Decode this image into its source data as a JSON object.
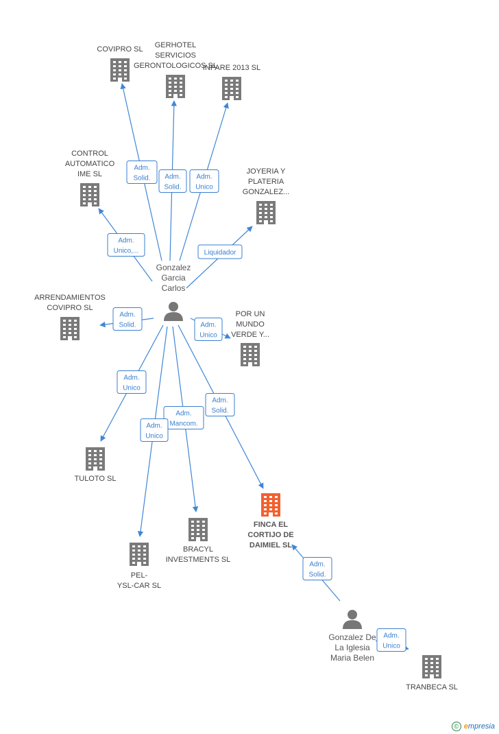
{
  "colors": {
    "edge": "#3f86d6",
    "edge_text": "#3a7fcf",
    "company_icon": "#7a7a7a",
    "focus_icon": "#f2602f",
    "person_icon": "#777777",
    "brand_green": "#2d8a4a",
    "brand_orange": "#f29a1b",
    "brand_blue": "#1f6fbf"
  },
  "nodes": [
    {
      "id": "covipro",
      "type": "company",
      "icon": "building-icon",
      "label": [
        "COVIPRO SL"
      ]
    },
    {
      "id": "gerhotel",
      "type": "company",
      "icon": "building-icon",
      "label": [
        "GERHOTEL",
        "SERVICIOS",
        "GERONTOLOGICOS SL"
      ]
    },
    {
      "id": "inpare",
      "type": "company",
      "icon": "building-icon",
      "label": [
        "INPARE 2013 SL"
      ]
    },
    {
      "id": "control",
      "type": "company",
      "icon": "building-icon",
      "label": [
        "CONTROL",
        "AUTOMATICO",
        "IME SL"
      ]
    },
    {
      "id": "joyeria",
      "type": "company",
      "icon": "building-icon",
      "label": [
        "JOYERIA Y",
        "PLATERIA",
        "GONZALEZ..."
      ]
    },
    {
      "id": "arrend",
      "type": "company",
      "icon": "building-icon",
      "label": [
        "ARRENDAMIENTOS",
        "COVIPRO SL"
      ]
    },
    {
      "id": "porun",
      "type": "company",
      "icon": "building-icon",
      "label": [
        "POR UN",
        "MUNDO",
        "VERDE Y..."
      ]
    },
    {
      "id": "tuloto",
      "type": "company",
      "icon": "building-icon",
      "label": [
        "TULOTO SL"
      ]
    },
    {
      "id": "finca",
      "type": "focus",
      "icon": "building-icon",
      "label": [
        "FINCA EL",
        "CORTIJO DE",
        "DAIMIEL SL"
      ]
    },
    {
      "id": "bracyl",
      "type": "company",
      "icon": "building-icon",
      "label": [
        "BRACYL",
        "INVESTMENTS SL"
      ]
    },
    {
      "id": "pel",
      "type": "company",
      "icon": "building-icon",
      "label": [
        "PEL-",
        "YSL-CAR SL"
      ]
    },
    {
      "id": "tranbeca",
      "type": "company",
      "icon": "building-icon",
      "label": [
        "TRANBECA  SL"
      ]
    },
    {
      "id": "gonzalez_carlos",
      "type": "person",
      "icon": "person-icon",
      "label": [
        "Gonzalez",
        "Garcia",
        "Carlos"
      ]
    },
    {
      "id": "gonzalez_belen",
      "type": "person",
      "icon": "person-icon",
      "label": [
        "Gonzalez De",
        "La Iglesia",
        "Maria Belen"
      ]
    }
  ],
  "edges": [
    {
      "to": "covipro",
      "label": [
        "Adm.",
        "Solid."
      ]
    },
    {
      "to": "gerhotel",
      "label": [
        "Adm.",
        "Solid."
      ]
    },
    {
      "to": "inpare",
      "label": [
        "Adm.",
        "Unico"
      ]
    },
    {
      "to": "control",
      "label": [
        "Adm.",
        "Unico,..."
      ]
    },
    {
      "to": "joyeria",
      "label": [
        "Liquidador"
      ]
    },
    {
      "to": "arrend",
      "label": [
        "Adm.",
        "Solid."
      ]
    },
    {
      "to": "porun",
      "label": [
        "Adm.",
        "Unico"
      ]
    },
    {
      "to": "tuloto",
      "label": [
        "Adm.",
        "Unico"
      ]
    },
    {
      "to": "finca",
      "label": [
        "Adm.",
        "Solid."
      ]
    },
    {
      "to": "bracyl",
      "label": [
        "Adm.",
        "Mancom."
      ]
    },
    {
      "to": "pel",
      "label": [
        "Adm.",
        "Unico"
      ]
    },
    {
      "to": "finca",
      "label": [
        "Adm.",
        "Solid."
      ]
    },
    {
      "to": "tranbeca",
      "label": [
        "Adm.",
        "Unico"
      ]
    }
  ],
  "brand": {
    "copyright": "©",
    "first_letter": "e",
    "rest": "mpresia"
  }
}
